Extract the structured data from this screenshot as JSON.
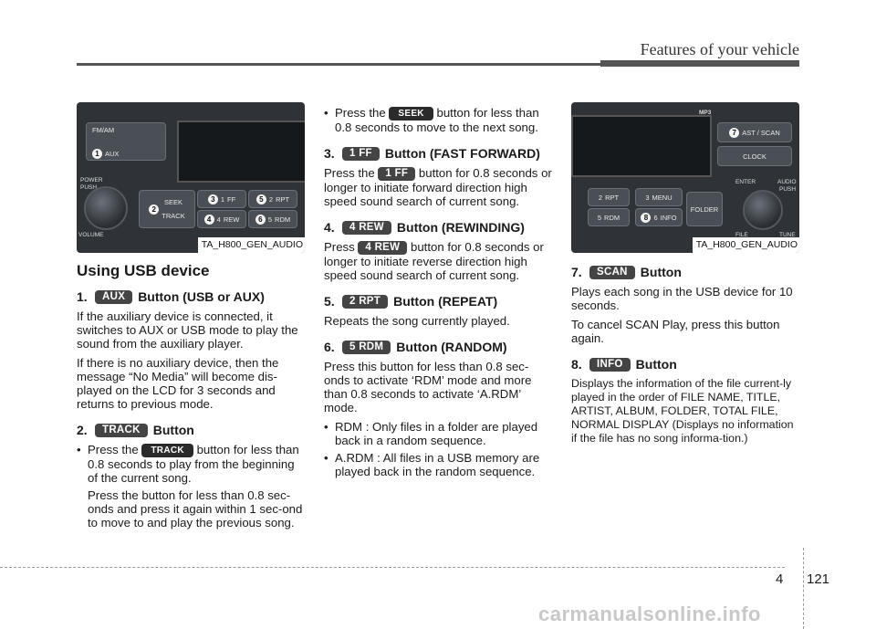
{
  "header": {
    "title": "Features of your vehicle"
  },
  "left_panel": {
    "caption": "TA_H800_GEN_AUDIO",
    "labels": {
      "fm_am": "FM/AM",
      "aux": "AUX",
      "power": "POWER",
      "push": "PUSH",
      "volume": "VOLUME",
      "seek": "SEEK",
      "track": "TRACK",
      "ff": "FF",
      "rew": "REW",
      "rpt": "RPT",
      "rdm": "RDM"
    },
    "markers": [
      "1",
      "2",
      "3",
      "4",
      "5",
      "6"
    ],
    "digits": {
      "d1": "1",
      "d2": "2",
      "d4": "4",
      "d5": "5"
    }
  },
  "right_panel": {
    "caption": "TA_H800_GEN_AUDIO",
    "labels": {
      "mp3": "MP3",
      "fast_scan": "AST / SCAN",
      "clock": "CLOCK",
      "enter": "ENTER",
      "audio": "AUDIO",
      "push": "PUSH",
      "rpt": "RPT",
      "rdm": "RDM",
      "menu": "MENU",
      "info": "INFO",
      "folder": "FOLDER",
      "file": "FILE",
      "tune": "TUNE"
    },
    "markers": [
      "7",
      "8"
    ],
    "digits": {
      "d2": "2",
      "d3": "3",
      "d5": "5",
      "d6": "6"
    }
  },
  "left_col": {
    "heading": "Using USB device",
    "s1": {
      "num": "1.",
      "badge": "AUX",
      "title": "Button (USB or AUX)",
      "p1": "If the auxiliary device is connected, it switches to AUX or USB mode to play the sound from the auxiliary player.",
      "p2": "If there is no auxiliary device, then the message “No Media” will become dis-played on the LCD for 3 seconds and returns to previous mode."
    },
    "s2": {
      "num": "2.",
      "badge": "TRACK",
      "title": "Button",
      "b1_pre": "Press the",
      "b1_badge": "TRACK",
      "b1_post": "button for less than",
      "b1_cont": "0.8 seconds to play from the beginning of the current song.",
      "b1_p2": "Press the button for less than 0.8 sec-onds and press it again within 1 sec-ond to move to and play the previous song."
    }
  },
  "mid_col": {
    "b1_pre": "Press the",
    "b1_badge": "SEEK",
    "b1_post": "button for less than",
    "b1_cont": "0.8 seconds to move to the next song.",
    "s3": {
      "num": "3.",
      "badge": "1 FF",
      "title": "Button (FAST FORWARD)",
      "pre": "Press the",
      "inline_badge": "1 FF",
      "post": "button for 0.8 seconds or longer to initiate forward direction high speed sound search of current song."
    },
    "s4": {
      "num": "4.",
      "badge": "4 REW",
      "title": "Button (REWINDING)",
      "pre": "Press",
      "inline_badge": "4 REW",
      "post": "button for 0.8 seconds or longer to initiate reverse direction high speed sound search of current song."
    },
    "s5": {
      "num": "5.",
      "badge": "2 RPT",
      "title": "Button (REPEAT)",
      "p": "Repeats the song currently played."
    },
    "s6": {
      "num": "6.",
      "badge": "5 RDM",
      "title": "Button (RANDOM)",
      "p": "Press this button for less than 0.8 sec-onds to activate ‘RDM’ mode and more than 0.8 seconds to activate ‘A.RDM’ mode.",
      "b1": "RDM : Only files in a folder are played back in a random sequence.",
      "b2": "A.RDM : All files in a USB memory are played back in the random sequence."
    }
  },
  "right_col": {
    "s7": {
      "num": "7.",
      "badge": "SCAN",
      "title": "Button",
      "p1": "Plays each song in the USB device for 10 seconds.",
      "p2": "To cancel SCAN Play, press this button again."
    },
    "s8": {
      "num": "8.",
      "badge": "INFO",
      "title": "Button",
      "p": "Displays the information of the file current-ly played in the order of FILE NAME, TITLE, ARTIST, ALBUM, FOLDER, TOTAL FILE, NORMAL DISPLAY (Displays no information if the file has no song informa-tion.)"
    }
  },
  "footer": {
    "chapter": "4",
    "page": "121",
    "watermark": "carmanualsonline.info"
  }
}
